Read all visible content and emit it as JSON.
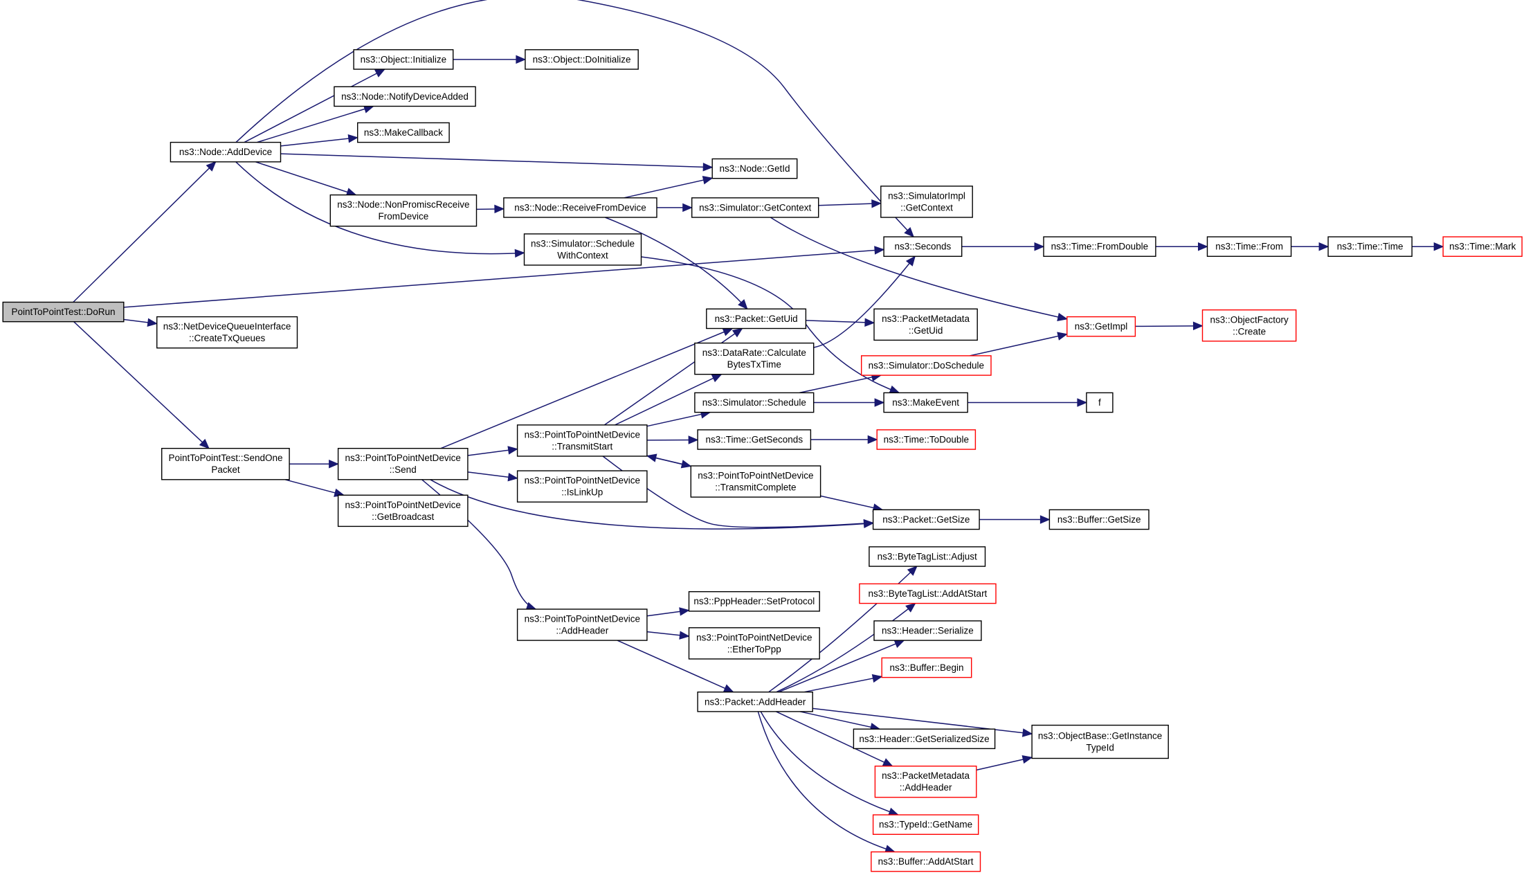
{
  "diagram": {
    "type": "call-graph",
    "edge_color": "#191970",
    "border_default": "#000000",
    "border_incomplete": "#ff0000",
    "root_fill": "#bfbfbf",
    "nodes": [
      {
        "id": "dorun",
        "lines": [
          "PointToPointTest::DoRun"
        ],
        "style": "root"
      },
      {
        "id": "adddevice",
        "lines": [
          "ns3::Node::AddDevice"
        ],
        "style": "normal"
      },
      {
        "id": "createtxq",
        "lines": [
          "ns3::NetDeviceQueueInterface",
          "::CreateTxQueues"
        ],
        "style": "normal"
      },
      {
        "id": "sendone",
        "lines": [
          "PointToPointTest::SendOne",
          "Packet"
        ],
        "style": "normal"
      },
      {
        "id": "seconds",
        "lines": [
          "ns3::Seconds"
        ],
        "style": "normal"
      },
      {
        "id": "objinit",
        "lines": [
          "ns3::Object::Initialize"
        ],
        "style": "normal"
      },
      {
        "id": "notifydev",
        "lines": [
          "ns3::Node::NotifyDeviceAdded"
        ],
        "style": "normal"
      },
      {
        "id": "makecb",
        "lines": [
          "ns3::MakeCallback"
        ],
        "style": "normal"
      },
      {
        "id": "getid",
        "lines": [
          "ns3::Node::GetId"
        ],
        "style": "normal"
      },
      {
        "id": "nonpromisc",
        "lines": [
          "ns3::Node::NonPromiscReceive",
          "FromDevice"
        ],
        "style": "normal"
      },
      {
        "id": "schedctx",
        "lines": [
          "ns3::Simulator::Schedule",
          "WithContext"
        ],
        "style": "normal"
      },
      {
        "id": "objdoinit",
        "lines": [
          "ns3::Object::DoInitialize"
        ],
        "style": "normal"
      },
      {
        "id": "recvfrom",
        "lines": [
          "ns3::Node::ReceiveFromDevice"
        ],
        "style": "normal"
      },
      {
        "id": "getcontext",
        "lines": [
          "ns3::Simulator::GetContext"
        ],
        "style": "normal"
      },
      {
        "id": "getuid",
        "lines": [
          "ns3::Packet::GetUid"
        ],
        "style": "normal"
      },
      {
        "id": "simimplctx",
        "lines": [
          "ns3::SimulatorImpl",
          "::GetContext"
        ],
        "style": "normal"
      },
      {
        "id": "getimpl",
        "lines": [
          "ns3::GetImpl"
        ],
        "style": "red"
      },
      {
        "id": "makeevent",
        "lines": [
          "ns3::MakeEvent"
        ],
        "style": "normal"
      },
      {
        "id": "fromdouble",
        "lines": [
          "ns3::Time::FromDouble"
        ],
        "style": "normal"
      },
      {
        "id": "timefrom",
        "lines": [
          "ns3::Time::From"
        ],
        "style": "normal"
      },
      {
        "id": "timetime",
        "lines": [
          "ns3::Time::Time"
        ],
        "style": "normal"
      },
      {
        "id": "timemark",
        "lines": [
          "ns3::Time::Mark"
        ],
        "style": "red"
      },
      {
        "id": "objfactory",
        "lines": [
          "ns3::ObjectFactory",
          "::Create"
        ],
        "style": "red"
      },
      {
        "id": "f",
        "lines": [
          "f"
        ],
        "style": "normal"
      },
      {
        "id": "send",
        "lines": [
          "ns3::PointToPointNetDevice",
          "::Send"
        ],
        "style": "normal"
      },
      {
        "id": "getbcast",
        "lines": [
          "ns3::PointToPointNetDevice",
          "::GetBroadcast"
        ],
        "style": "normal"
      },
      {
        "id": "txstart",
        "lines": [
          "ns3::PointToPointNetDevice",
          "::TransmitStart"
        ],
        "style": "normal"
      },
      {
        "id": "islinkup",
        "lines": [
          "ns3::PointToPointNetDevice",
          "::IsLinkUp"
        ],
        "style": "normal"
      },
      {
        "id": "addheader",
        "lines": [
          "ns3::PointToPointNetDevice",
          "::AddHeader"
        ],
        "style": "normal"
      },
      {
        "id": "pktsize",
        "lines": [
          "ns3::Packet::GetSize"
        ],
        "style": "normal"
      },
      {
        "id": "pmetauid",
        "lines": [
          "ns3::PacketMetadata",
          "::GetUid"
        ],
        "style": "normal"
      },
      {
        "id": "calcbytes",
        "lines": [
          "ns3::DataRate::Calculate",
          "BytesTxTime"
        ],
        "style": "normal"
      },
      {
        "id": "simsched",
        "lines": [
          "ns3::Simulator::Schedule"
        ],
        "style": "normal"
      },
      {
        "id": "getsecs",
        "lines": [
          "ns3::Time::GetSeconds"
        ],
        "style": "normal"
      },
      {
        "id": "txcomplete",
        "lines": [
          "ns3::PointToPointNetDevice",
          "::TransmitComplete"
        ],
        "style": "normal"
      },
      {
        "id": "dosched",
        "lines": [
          "ns3::Simulator::DoSchedule"
        ],
        "style": "red"
      },
      {
        "id": "todouble",
        "lines": [
          "ns3::Time::ToDouble"
        ],
        "style": "red"
      },
      {
        "id": "bufsize",
        "lines": [
          "ns3::Buffer::GetSize"
        ],
        "style": "normal"
      },
      {
        "id": "setproto",
        "lines": [
          "ns3::PppHeader::SetProtocol"
        ],
        "style": "normal"
      },
      {
        "id": "ethertoppp",
        "lines": [
          "ns3::PointToPointNetDevice",
          "::EtherToPpp"
        ],
        "style": "normal"
      },
      {
        "id": "pktaddhdr",
        "lines": [
          "ns3::Packet::AddHeader"
        ],
        "style": "normal"
      },
      {
        "id": "btladjust",
        "lines": [
          "ns3::ByteTagList::Adjust"
        ],
        "style": "normal"
      },
      {
        "id": "btladdstart",
        "lines": [
          "ns3::ByteTagList::AddAtStart"
        ],
        "style": "red"
      },
      {
        "id": "hdrserialize",
        "lines": [
          "ns3::Header::Serialize"
        ],
        "style": "normal"
      },
      {
        "id": "bufbegin",
        "lines": [
          "ns3::Buffer::Begin"
        ],
        "style": "red"
      },
      {
        "id": "hdrsersize",
        "lines": [
          "ns3::Header::GetSerializedSize"
        ],
        "style": "normal"
      },
      {
        "id": "objbasetid",
        "lines": [
          "ns3::ObjectBase::GetInstance",
          "TypeId"
        ],
        "style": "normal"
      },
      {
        "id": "pmetaaddhdr",
        "lines": [
          "ns3::PacketMetadata",
          "::AddHeader"
        ],
        "style": "red"
      },
      {
        "id": "typeidname",
        "lines": [
          "ns3::TypeId::GetName"
        ],
        "style": "red"
      },
      {
        "id": "bufaddstart",
        "lines": [
          "ns3::Buffer::AddAtStart"
        ],
        "style": "red"
      }
    ],
    "edges": [
      [
        "dorun",
        "adddevice"
      ],
      [
        "dorun",
        "createtxq"
      ],
      [
        "dorun",
        "sendone"
      ],
      [
        "dorun",
        "seconds"
      ],
      [
        "adddevice",
        "objinit"
      ],
      [
        "adddevice",
        "notifydev"
      ],
      [
        "adddevice",
        "makecb"
      ],
      [
        "adddevice",
        "getid"
      ],
      [
        "adddevice",
        "nonpromisc"
      ],
      [
        "adddevice",
        "schedctx"
      ],
      [
        "adddevice",
        "seconds"
      ],
      [
        "objinit",
        "objdoinit"
      ],
      [
        "nonpromisc",
        "recvfrom"
      ],
      [
        "recvfrom",
        "getid"
      ],
      [
        "recvfrom",
        "getcontext"
      ],
      [
        "recvfrom",
        "getuid"
      ],
      [
        "getcontext",
        "simimplctx"
      ],
      [
        "getcontext",
        "getimpl"
      ],
      [
        "schedctx",
        "makeevent"
      ],
      [
        "seconds",
        "fromdouble"
      ],
      [
        "fromdouble",
        "timefrom"
      ],
      [
        "timefrom",
        "timetime"
      ],
      [
        "timetime",
        "timemark"
      ],
      [
        "getimpl",
        "objfactory"
      ],
      [
        "sendone",
        "send"
      ],
      [
        "sendone",
        "getbcast"
      ],
      [
        "send",
        "getuid"
      ],
      [
        "send",
        "txstart"
      ],
      [
        "send",
        "islinkup"
      ],
      [
        "send",
        "pktsize"
      ],
      [
        "send",
        "addheader"
      ],
      [
        "txstart",
        "getuid"
      ],
      [
        "txstart",
        "calcbytes"
      ],
      [
        "txstart",
        "simsched"
      ],
      [
        "txstart",
        "getsecs"
      ],
      [
        "txstart",
        "txcomplete"
      ],
      [
        "txstart",
        "pktsize"
      ],
      [
        "txcomplete",
        "txstart"
      ],
      [
        "txcomplete",
        "pktsize"
      ],
      [
        "getuid",
        "pmetauid"
      ],
      [
        "calcbytes",
        "seconds"
      ],
      [
        "simsched",
        "dosched"
      ],
      [
        "simsched",
        "makeevent"
      ],
      [
        "dosched",
        "getimpl"
      ],
      [
        "makeevent",
        "f"
      ],
      [
        "getsecs",
        "todouble"
      ],
      [
        "pktsize",
        "bufsize"
      ],
      [
        "addheader",
        "setproto"
      ],
      [
        "addheader",
        "ethertoppp"
      ],
      [
        "addheader",
        "pktaddhdr"
      ],
      [
        "pktaddhdr",
        "btladjust"
      ],
      [
        "pktaddhdr",
        "btladdstart"
      ],
      [
        "pktaddhdr",
        "hdrserialize"
      ],
      [
        "pktaddhdr",
        "bufbegin"
      ],
      [
        "pktaddhdr",
        "hdrsersize"
      ],
      [
        "pktaddhdr",
        "objbasetid"
      ],
      [
        "pktaddhdr",
        "pmetaaddhdr"
      ],
      [
        "pktaddhdr",
        "typeidname"
      ],
      [
        "pktaddhdr",
        "bufaddstart"
      ],
      [
        "pmetaaddhdr",
        "objbasetid"
      ]
    ]
  }
}
